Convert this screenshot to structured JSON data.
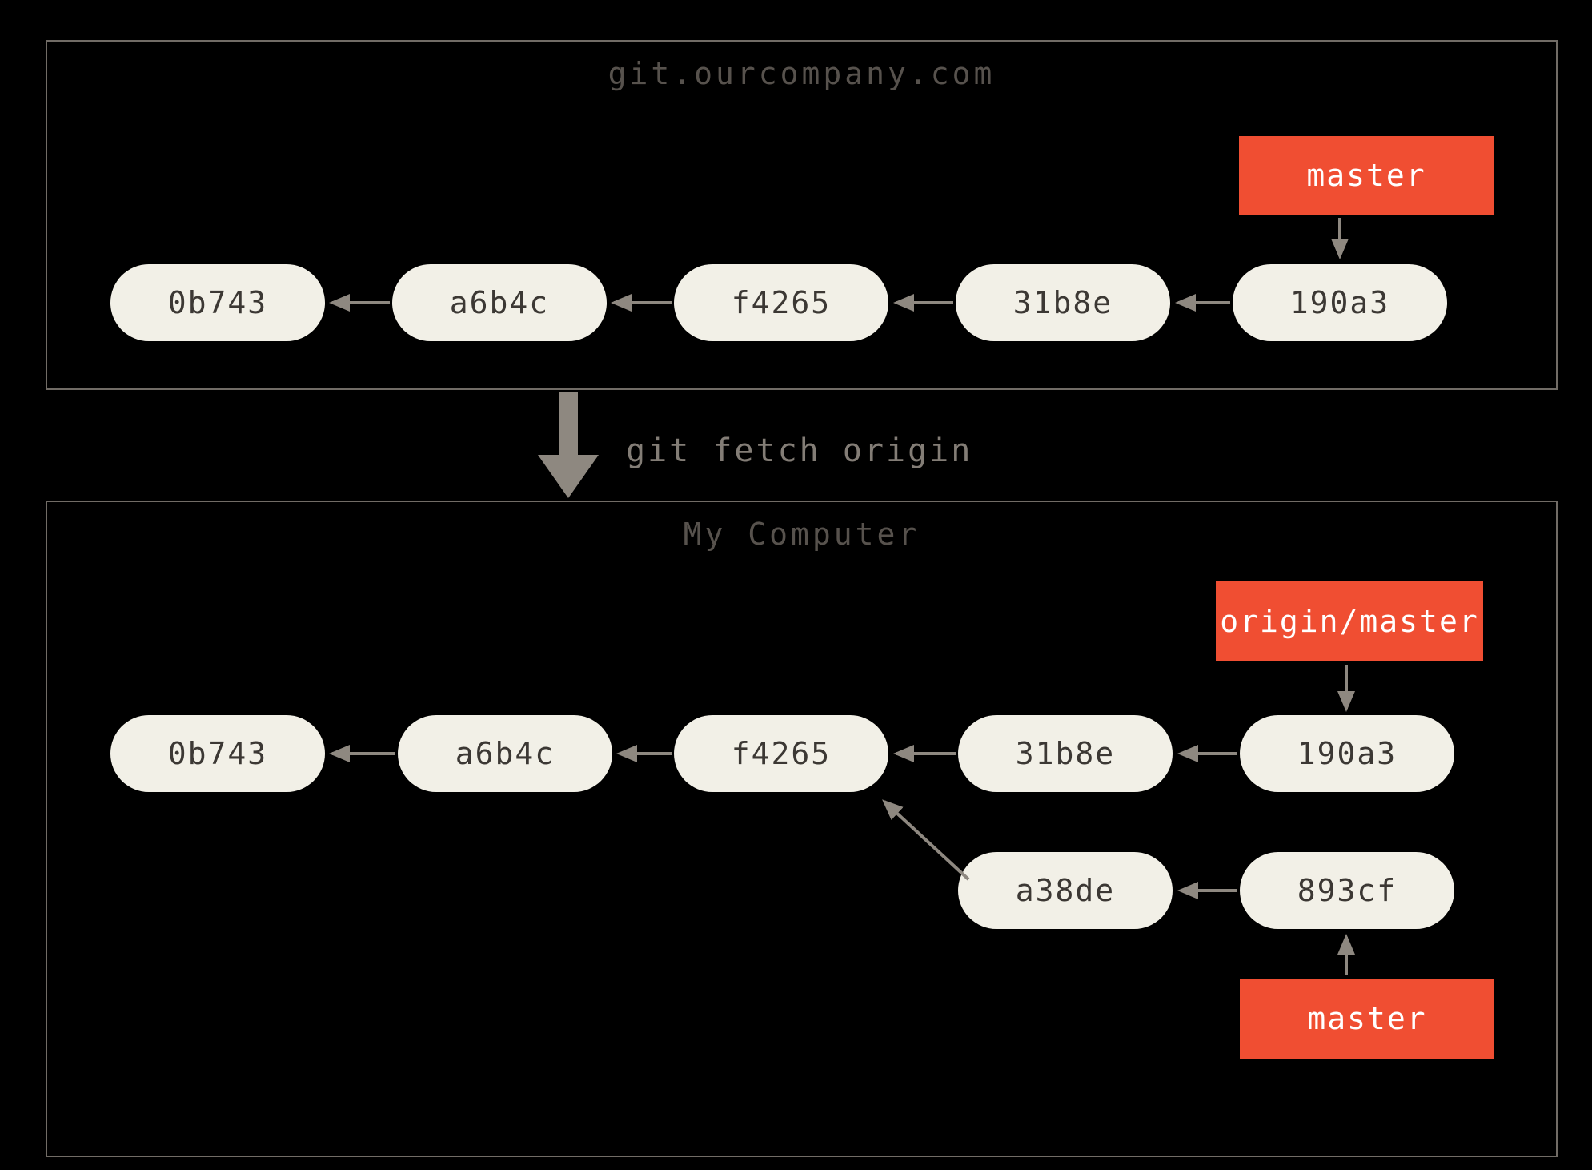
{
  "colors": {
    "background": "#000000",
    "accent_red": "#f04e32",
    "pill_fill": "#f2f0e7",
    "pill_text": "#3c3834",
    "arrow_gray": "#8e8880",
    "border_gray": "#716c66",
    "title_gray": "#57524d"
  },
  "remote": {
    "title": "git.ourcompany.com",
    "branch": {
      "label": "master"
    },
    "commits": [
      "0b743",
      "a6b4c",
      "f4265",
      "31b8e",
      "190a3"
    ]
  },
  "transfer": {
    "label": "git fetch origin"
  },
  "local": {
    "title": "My Computer",
    "remote_branch": {
      "label": "origin/master"
    },
    "branch": {
      "label": "master"
    },
    "commits": [
      "0b743",
      "a6b4c",
      "f4265",
      "31b8e",
      "190a3"
    ],
    "diverged_commits": [
      "a38de",
      "893cf"
    ]
  }
}
